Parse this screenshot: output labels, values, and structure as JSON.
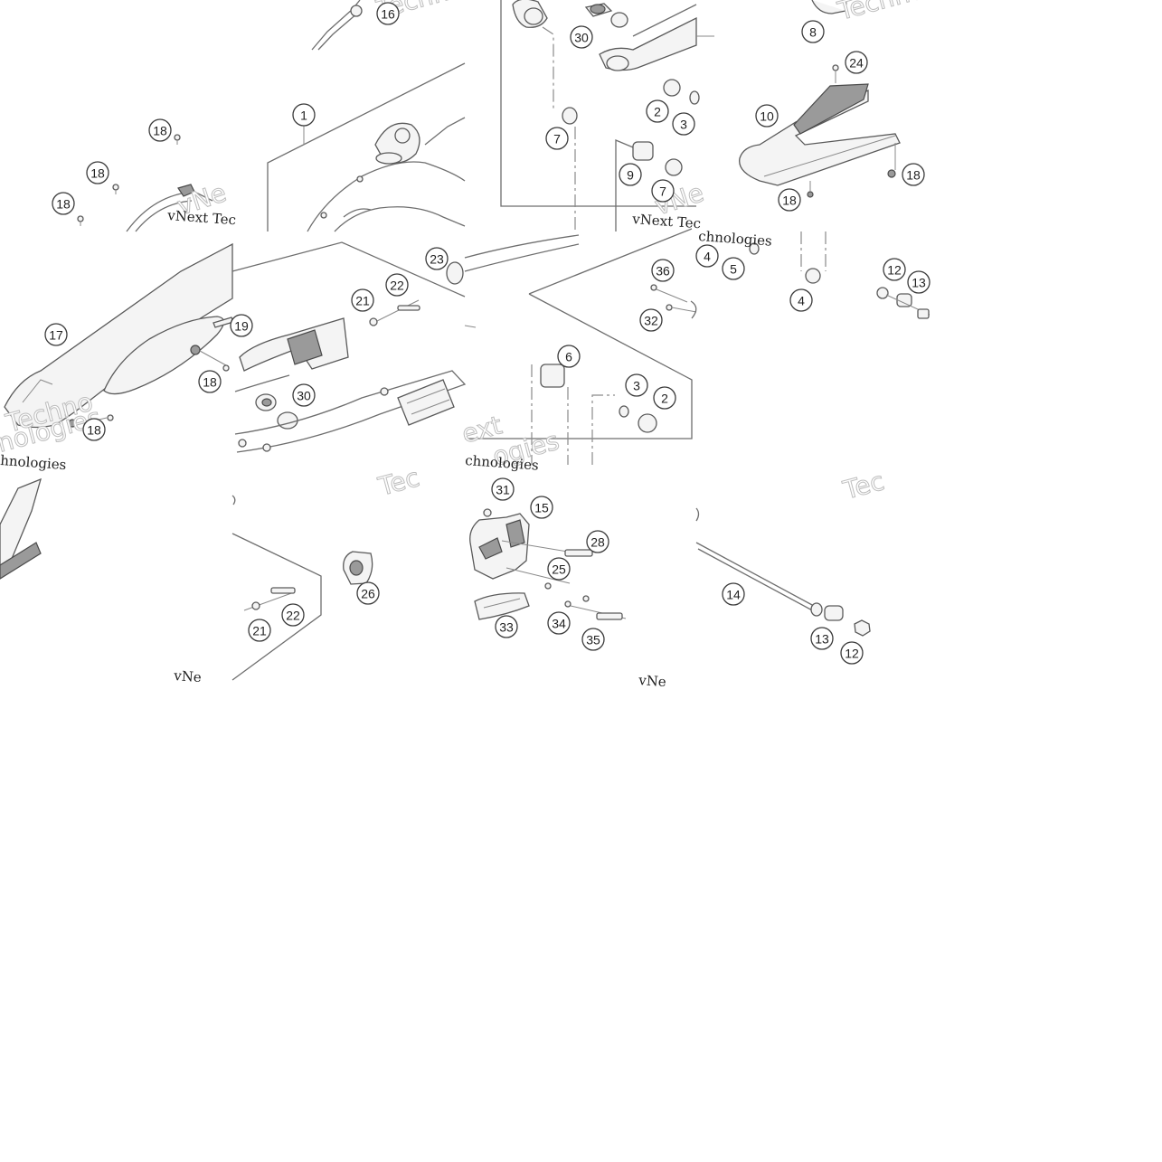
{
  "diagram": {
    "callouts": [
      {
        "id": "c1",
        "label": "1"
      },
      {
        "id": "c2a",
        "label": "2"
      },
      {
        "id": "c2b",
        "label": "2"
      },
      {
        "id": "c3a",
        "label": "3"
      },
      {
        "id": "c3b",
        "label": "3"
      },
      {
        "id": "c4a",
        "label": "4"
      },
      {
        "id": "c4b",
        "label": "4"
      },
      {
        "id": "c5",
        "label": "5"
      },
      {
        "id": "c6",
        "label": "6"
      },
      {
        "id": "c7a",
        "label": "7"
      },
      {
        "id": "c7b",
        "label": "7"
      },
      {
        "id": "c8",
        "label": "8"
      },
      {
        "id": "c9",
        "label": "9"
      },
      {
        "id": "c10",
        "label": "10"
      },
      {
        "id": "c12a",
        "label": "12"
      },
      {
        "id": "c12b",
        "label": "12"
      },
      {
        "id": "c13a",
        "label": "13"
      },
      {
        "id": "c13b",
        "label": "13"
      },
      {
        "id": "c14",
        "label": "14"
      },
      {
        "id": "c15",
        "label": "15"
      },
      {
        "id": "c16",
        "label": "16"
      },
      {
        "id": "c17",
        "label": "17"
      },
      {
        "id": "c18a",
        "label": "18"
      },
      {
        "id": "c18b",
        "label": "18"
      },
      {
        "id": "c18c",
        "label": "18"
      },
      {
        "id": "c18d",
        "label": "18"
      },
      {
        "id": "c18e",
        "label": "18"
      },
      {
        "id": "c18f",
        "label": "18"
      },
      {
        "id": "c18g",
        "label": "18"
      },
      {
        "id": "c19",
        "label": "19"
      },
      {
        "id": "c21a",
        "label": "21"
      },
      {
        "id": "c21b",
        "label": "21"
      },
      {
        "id": "c22a",
        "label": "22"
      },
      {
        "id": "c22b",
        "label": "22"
      },
      {
        "id": "c23",
        "label": "23"
      },
      {
        "id": "c24",
        "label": "24"
      },
      {
        "id": "c25",
        "label": "25"
      },
      {
        "id": "c26",
        "label": "26"
      },
      {
        "id": "c28",
        "label": "28"
      },
      {
        "id": "c30a",
        "label": "30"
      },
      {
        "id": "c30b",
        "label": "30"
      },
      {
        "id": "c31",
        "label": "31"
      },
      {
        "id": "c32",
        "label": "32"
      },
      {
        "id": "c33",
        "label": "33"
      },
      {
        "id": "c34",
        "label": "34"
      },
      {
        "id": "c35",
        "label": "35"
      },
      {
        "id": "c36",
        "label": "36"
      }
    ],
    "watermarks": {
      "solid": [
        "vNext Tec",
        "vNext Tec",
        "chnologies",
        "chnologies",
        "hnologies",
        "vNe",
        "vNe"
      ],
      "ghost": [
        "Technol",
        "vNe",
        "vNe",
        "Techno",
        "Tec",
        "Tec",
        "ext",
        "ogies",
        "nologies",
        "Techno"
      ]
    }
  }
}
